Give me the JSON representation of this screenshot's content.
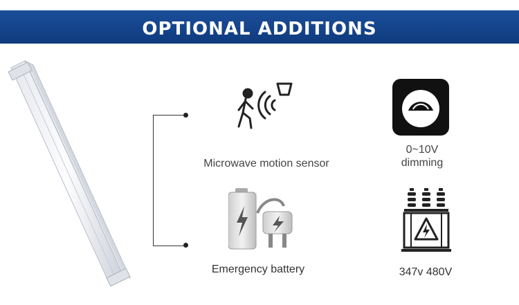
{
  "header": {
    "title": "OPTIONAL ADDITIONS",
    "color": "#0f3a7d"
  },
  "options": {
    "motion_sensor": {
      "label": "Microwave motion sensor",
      "icon": "motion-sensor-icon"
    },
    "dimming": {
      "line1": "0~10V",
      "line2": "dimming",
      "icon": "dimmer-icon"
    },
    "battery": {
      "label": "Emergency battery",
      "icon": "battery-plug-icon"
    },
    "voltage": {
      "label": "347v 480V",
      "icon": "transformer-icon"
    }
  }
}
